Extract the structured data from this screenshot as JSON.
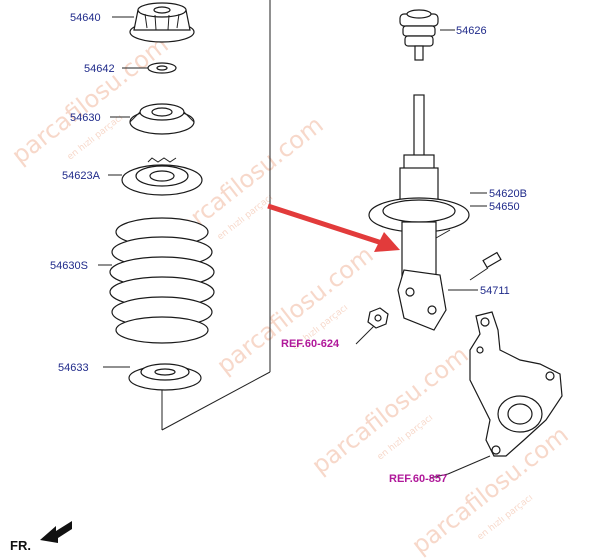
{
  "labels": {
    "p54640": "54640",
    "p54642": "54642",
    "p54630": "54630",
    "p54623A": "54623A",
    "p54630S": "54630S",
    "p54633": "54633",
    "p54626": "54626",
    "p54620B": "54620B",
    "p54650": "54650",
    "p54711": "54711"
  },
  "refs": {
    "ref_a": "REF.60-624",
    "ref_b": "REF.60-857"
  },
  "fr": "FR.",
  "watermark": {
    "brand": "parcafilosu.com",
    "tagline": "en hızlı parçacı"
  },
  "colors": {
    "label": "#1f2a8a",
    "ref": "#b0189a",
    "arrow": "#e23b3b",
    "watermark": "#f1b9a0"
  }
}
